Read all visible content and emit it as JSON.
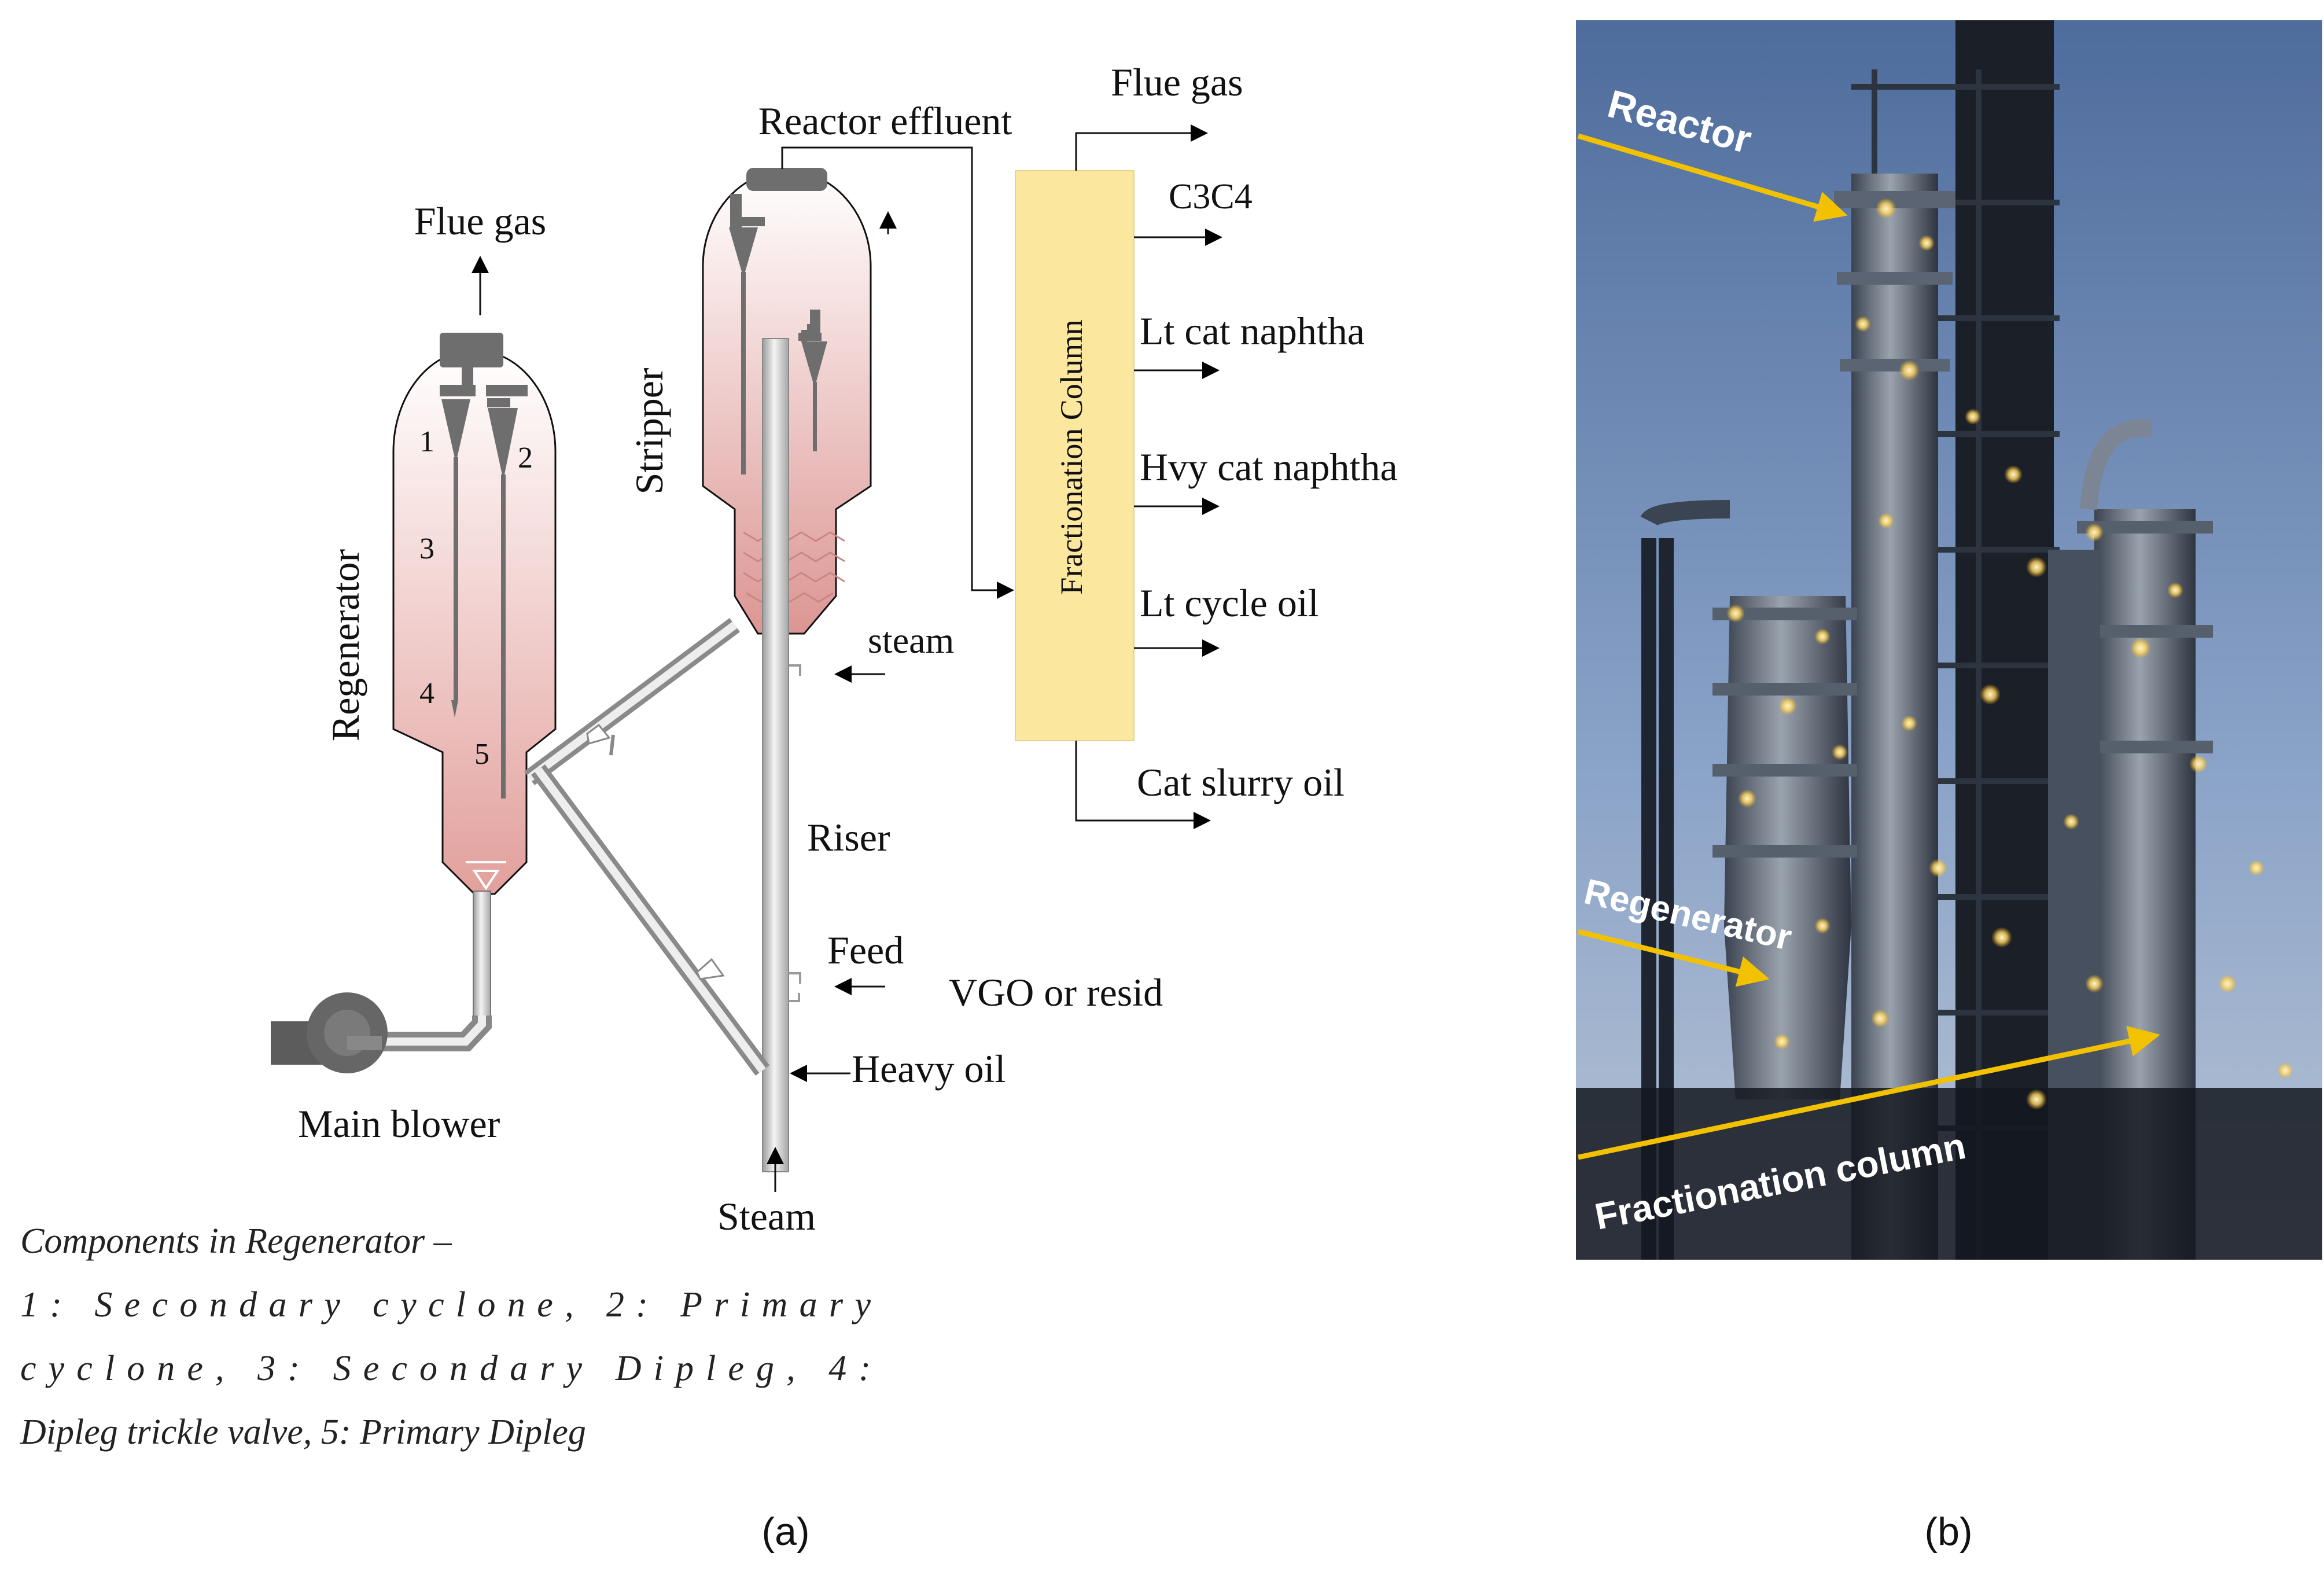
{
  "diagram_a": {
    "labels": {
      "flue_gas_regen": "Flue gas",
      "regenerator": "Regenerator",
      "stripper": "Stripper",
      "reactor_effluent": "Reactor effluent",
      "flue_gas_top": "Flue gas",
      "fractionation_column": "Fractionation Column",
      "steam_stripper": "steam",
      "riser": "Riser",
      "feed": "Feed",
      "vgo": "VGO or resid",
      "heavy_oil": "Heavy oil",
      "main_blower": "Main blower",
      "steam_bottom": "Steam",
      "c3c4": "C3C4",
      "lt_cat_naphtha": "Lt cat naphtha",
      "hvy_cat_naphtha": "Hvy cat naphtha",
      "lt_cycle_oil": "Lt cycle oil",
      "cat_slurry_oil": "Cat slurry oil"
    },
    "component_numbers": [
      "1",
      "2",
      "3",
      "4",
      "5"
    ],
    "caption_lines": [
      "Components in Regenerator –",
      "1:  Secondary  cyclone,  2:  Primary",
      "cyclone,  3:  Secondary  Dipleg,  4:",
      "Dipleg trickle valve, 5: Primary Dipleg"
    ],
    "panel_label": "(a)"
  },
  "photo_b": {
    "labels": {
      "reactor": "Reactor",
      "regenerator": "Regenerator",
      "fractionation_column": "Fractionation column"
    },
    "panel_label": "(b)"
  },
  "colors": {
    "vessel_gradient": "#e8a7a4",
    "column_fill": "#fce79e",
    "cyclone_gray": "#6e6e6e",
    "arrow_yellow": "#f2c200",
    "photo_sky": "#6f8cb8"
  }
}
